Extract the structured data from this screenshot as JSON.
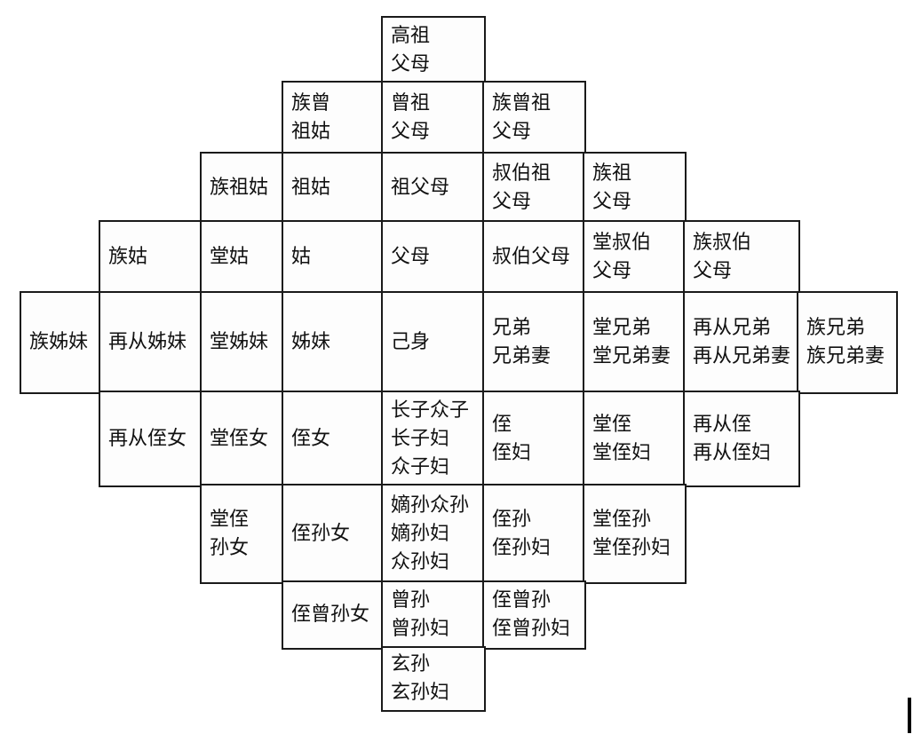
{
  "diagram": {
    "cells": [
      {
        "row": 0,
        "col": 3,
        "lines": [
          "高祖",
          "父母"
        ]
      },
      {
        "row": 1,
        "col": 2,
        "lines": [
          "族曾",
          "祖姑"
        ]
      },
      {
        "row": 1,
        "col": 3,
        "lines": [
          "曾祖",
          "父母"
        ]
      },
      {
        "row": 1,
        "col": 4,
        "lines": [
          "族曾祖",
          "父母"
        ]
      },
      {
        "row": 2,
        "col": 1,
        "lines": [
          "族祖姑"
        ]
      },
      {
        "row": 2,
        "col": 2,
        "lines": [
          "祖姑"
        ]
      },
      {
        "row": 2,
        "col": 3,
        "lines": [
          "祖父母"
        ]
      },
      {
        "row": 2,
        "col": 4,
        "lines": [
          "叔伯祖",
          "父母"
        ]
      },
      {
        "row": 2,
        "col": 5,
        "lines": [
          "族祖",
          "父母"
        ]
      },
      {
        "row": 3,
        "col": 0,
        "lines": [
          "族姑"
        ]
      },
      {
        "row": 3,
        "col": 1,
        "lines": [
          "堂姑"
        ]
      },
      {
        "row": 3,
        "col": 2,
        "lines": [
          "姑"
        ]
      },
      {
        "row": 3,
        "col": 3,
        "lines": [
          "父母"
        ]
      },
      {
        "row": 3,
        "col": 4,
        "lines": [
          "叔伯父母"
        ]
      },
      {
        "row": 3,
        "col": 5,
        "lines": [
          "堂叔伯",
          "父母"
        ]
      },
      {
        "row": 3,
        "col": 6,
        "lines": [
          "族叔伯",
          "父母"
        ]
      },
      {
        "row": 4,
        "col": -1,
        "lines": [
          "族姊妹"
        ]
      },
      {
        "row": 4,
        "col": 0,
        "lines": [
          "再从姊妹"
        ]
      },
      {
        "row": 4,
        "col": 1,
        "lines": [
          "堂姊妹"
        ]
      },
      {
        "row": 4,
        "col": 2,
        "lines": [
          "姊妹"
        ]
      },
      {
        "row": 4,
        "col": 3,
        "lines": [
          "己身"
        ]
      },
      {
        "row": 4,
        "col": 4,
        "lines": [
          "兄弟",
          "兄弟妻"
        ]
      },
      {
        "row": 4,
        "col": 5,
        "lines": [
          "堂兄弟",
          "堂兄弟妻"
        ]
      },
      {
        "row": 4,
        "col": 6,
        "lines": [
          "再从兄弟",
          "再从兄弟妻"
        ]
      },
      {
        "row": 4,
        "col": 7,
        "lines": [
          "族兄弟",
          "族兄弟妻"
        ]
      },
      {
        "row": 5,
        "col": 0,
        "lines": [
          "再从侄女"
        ]
      },
      {
        "row": 5,
        "col": 1,
        "lines": [
          "堂侄女"
        ]
      },
      {
        "row": 5,
        "col": 2,
        "lines": [
          "侄女"
        ]
      },
      {
        "row": 5,
        "col": 3,
        "lines": [
          "长子众子",
          "长子妇",
          "众子妇"
        ]
      },
      {
        "row": 5,
        "col": 4,
        "lines": [
          "侄",
          "侄妇"
        ]
      },
      {
        "row": 5,
        "col": 5,
        "lines": [
          "堂侄",
          "堂侄妇"
        ]
      },
      {
        "row": 5,
        "col": 6,
        "lines": [
          "再从侄",
          "再从侄妇"
        ]
      },
      {
        "row": 6,
        "col": 1,
        "lines": [
          "堂侄",
          "孙女"
        ]
      },
      {
        "row": 6,
        "col": 2,
        "lines": [
          "侄孙女"
        ]
      },
      {
        "row": 6,
        "col": 3,
        "lines": [
          "嫡孙众孙",
          "嫡孙妇",
          "众孙妇"
        ]
      },
      {
        "row": 6,
        "col": 4,
        "lines": [
          "侄孙",
          "侄孙妇"
        ]
      },
      {
        "row": 6,
        "col": 5,
        "lines": [
          "堂侄孙",
          "堂侄孙妇"
        ]
      },
      {
        "row": 7,
        "col": 2,
        "lines": [
          "侄曾孙女"
        ]
      },
      {
        "row": 7,
        "col": 3,
        "lines": [
          "曾孙",
          "曾孙妇"
        ]
      },
      {
        "row": 7,
        "col": 4,
        "lines": [
          "侄曾孙",
          "侄曾孙妇"
        ]
      },
      {
        "row": 8,
        "col": 3,
        "lines": [
          "玄孙",
          "玄孙妇"
        ]
      }
    ]
  }
}
